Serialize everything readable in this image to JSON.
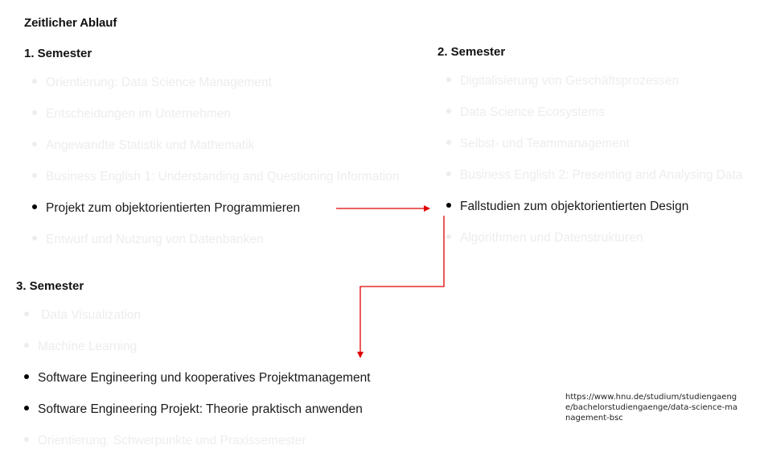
{
  "title": "Zeitlicher Ablauf",
  "semester1": {
    "heading": "1. Semester",
    "courses": [
      {
        "label": "Orientierung: Data Science Management",
        "highlighted": false
      },
      {
        "label": "Entscheidungen im Unternehmen",
        "highlighted": false
      },
      {
        "label": "Angewandte Statistik und Mathematik",
        "highlighted": false
      },
      {
        "label": "Business English 1: Understanding and Questioning Information",
        "highlighted": false
      },
      {
        "label": "Projekt zum objektorientierten Programmieren",
        "highlighted": true
      },
      {
        "label": "Entwurf und Nutzung von Datenbanken",
        "highlighted": false
      }
    ]
  },
  "semester2": {
    "heading": "2.  Semester",
    "courses": [
      {
        "label": "Digitalisierung von Geschäftsprozessen",
        "highlighted": false
      },
      {
        "label": "Data Science Ecosystems",
        "highlighted": false
      },
      {
        "label": "Selbst- und Teammanagement",
        "highlighted": false
      },
      {
        "label": "Business English 2: Presenting and Analysing Data",
        "highlighted": false
      },
      {
        "label": "Fallstudien zum objektorientierten Design",
        "highlighted": true
      },
      {
        "label": "Algorithmen und Datenstrukturen",
        "highlighted": false
      }
    ]
  },
  "semester3": {
    "heading": "3. Semester",
    "courses": [
      {
        "label": " Data Visualization",
        "highlighted": false
      },
      {
        "label": "Machine Learning",
        "highlighted": false
      },
      {
        "label": "Software Engineering und kooperatives Projektmanagement",
        "highlighted": true
      },
      {
        "label": "Software Engineering Projekt: Theorie praktisch anwenden",
        "highlighted": true
      },
      {
        "label": "Orientierung: Schwerpunkte und Praxissemester",
        "highlighted": false
      }
    ]
  },
  "source_url": "https://www.hnu.de/studium/studiengaenge/bachelorstudiengaenge/data-science-management-bsc",
  "colors": {
    "arrow": "#e00000",
    "faded_text": "#ededed",
    "active_text": "#1a1a1a"
  }
}
